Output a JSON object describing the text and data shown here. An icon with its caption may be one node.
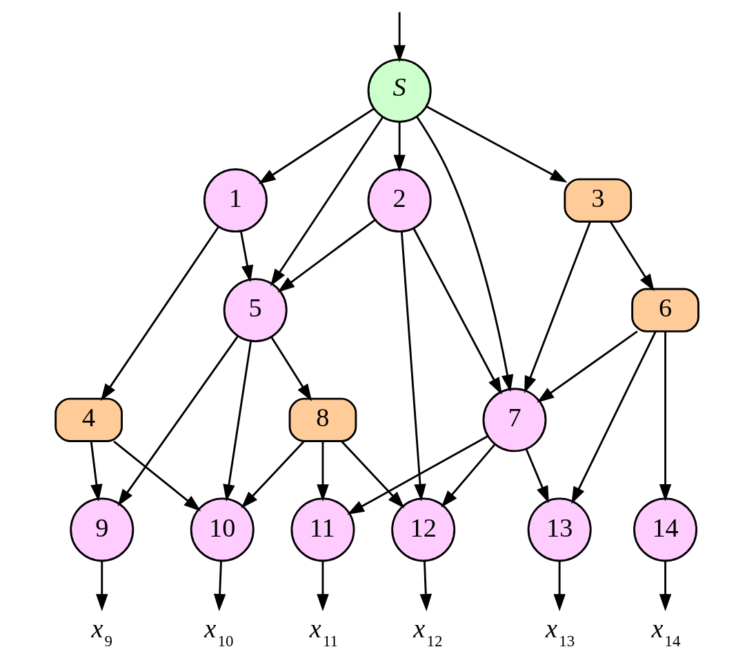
{
  "diagram": {
    "nodes": [
      {
        "text": [
          "S"
        ]
      },
      {
        "text": [
          "1"
        ]
      },
      {
        "text": [
          "2"
        ]
      },
      {
        "text": [
          "3"
        ]
      },
      {
        "text": [
          "4"
        ]
      },
      {
        "text": [
          "5"
        ]
      },
      {
        "text": [
          "6"
        ]
      },
      {
        "text": [
          "7"
        ]
      },
      {
        "text": [
          "8"
        ]
      },
      {
        "text": [
          "9"
        ]
      },
      {
        "text": [
          "10"
        ]
      },
      {
        "text": [
          "11"
        ]
      },
      {
        "text": [
          "12"
        ]
      },
      {
        "text": [
          "13"
        ]
      },
      {
        "text": [
          "14"
        ]
      },
      {
        "text": [
          "*x*$_{9}$"
        ]
      },
      {
        "text": [
          "*x*$_{10}$"
        ]
      },
      {
        "text": [
          "*x*$_{11}$"
        ]
      },
      {
        "text": [
          "*x*$_{12}$"
        ]
      },
      {
        "text": [
          "*x*$_{13}$"
        ]
      },
      {
        "text": [
          "*x*$_{14}$"
        ]
      }
    ],
    "edges": [
      {
        "from": null,
        "to": 0,
        "arrow": "to"
      },
      {
        "from": 0,
        "to": 1,
        "arrow": "to"
      },
      {
        "from": 0,
        "to": 5,
        "arrow": "to"
      },
      {
        "from": 0,
        "to": 2,
        "arrow": "to"
      },
      {
        "from": 0,
        "to": 7,
        "arrow": "to"
      },
      {
        "from": 0,
        "to": 3,
        "arrow": "to"
      },
      {
        "from": 1,
        "to": 4,
        "arrow": "to"
      },
      {
        "from": 1,
        "to": 5,
        "arrow": "to"
      },
      {
        "from": 2,
        "to": 5,
        "arrow": "to"
      },
      {
        "from": 2,
        "to": 12,
        "arrow": "to"
      },
      {
        "from": 2,
        "to": 7,
        "arrow": "to"
      },
      {
        "from": 3,
        "to": 7,
        "arrow": "to"
      },
      {
        "from": 3,
        "to": 6,
        "arrow": "to"
      },
      {
        "from": 6,
        "to": 7,
        "arrow": "to"
      },
      {
        "from": 6,
        "to": 13,
        "arrow": "to"
      },
      {
        "from": 6,
        "to": 14,
        "arrow": "to"
      },
      {
        "from": 4,
        "to": 9,
        "arrow": "to"
      },
      {
        "from": 4,
        "to": 10,
        "arrow": "to"
      },
      {
        "from": 5,
        "to": 9,
        "arrow": "to"
      },
      {
        "from": 5,
        "to": 10,
        "arrow": "to"
      },
      {
        "from": 5,
        "to": 8,
        "arrow": "to"
      },
      {
        "from": 7,
        "to": 11,
        "arrow": "to"
      },
      {
        "from": 7,
        "to": 12,
        "arrow": "to"
      },
      {
        "from": 7,
        "to": 13,
        "arrow": "to"
      },
      {
        "from": 8,
        "to": 10,
        "arrow": "to"
      },
      {
        "from": 8,
        "to": 11,
        "arrow": "to"
      },
      {
        "from": 8,
        "to": 12,
        "arrow": "to"
      },
      {
        "from": 9,
        "to": 15,
        "arrow": "to"
      },
      {
        "from": 10,
        "to": 16,
        "arrow": "to"
      },
      {
        "from": 11,
        "to": 17,
        "arrow": "to"
      },
      {
        "from": 12,
        "to": 18,
        "arrow": "to"
      },
      {
        "from": 13,
        "to": 19,
        "arrow": "to"
      },
      {
        "from": 14,
        "to": 20,
        "arrow": "to"
      }
    ]
  }
}
